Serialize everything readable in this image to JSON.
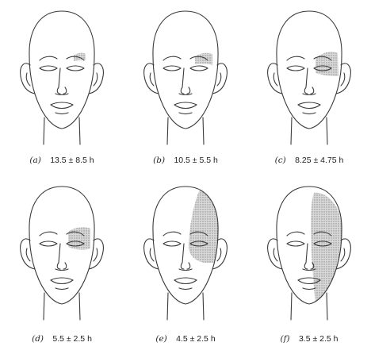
{
  "figure": {
    "panels": [
      {
        "letter": "(a)",
        "duration": "13.5 ± 8.5 h",
        "region": "eyebrow-small"
      },
      {
        "letter": "(b)",
        "duration": "10.5 ± 5.5 h",
        "region": "eyebrow-wide"
      },
      {
        "letter": "(c)",
        "duration": "8.25 ± 4.75 h",
        "region": "brow-eye"
      },
      {
        "letter": "(d)",
        "duration": "5.5 ± 2.5 h",
        "region": "eyelids"
      },
      {
        "letter": "(e)",
        "duration": "4.5 ± 2.5 h",
        "region": "forehead-scalp"
      },
      {
        "letter": "(f)",
        "duration": "3.5 ± 2.5 h",
        "region": "half-face"
      }
    ],
    "colors": {
      "line": "#3a3a3a",
      "stipple": "#8a8a8a"
    }
  }
}
